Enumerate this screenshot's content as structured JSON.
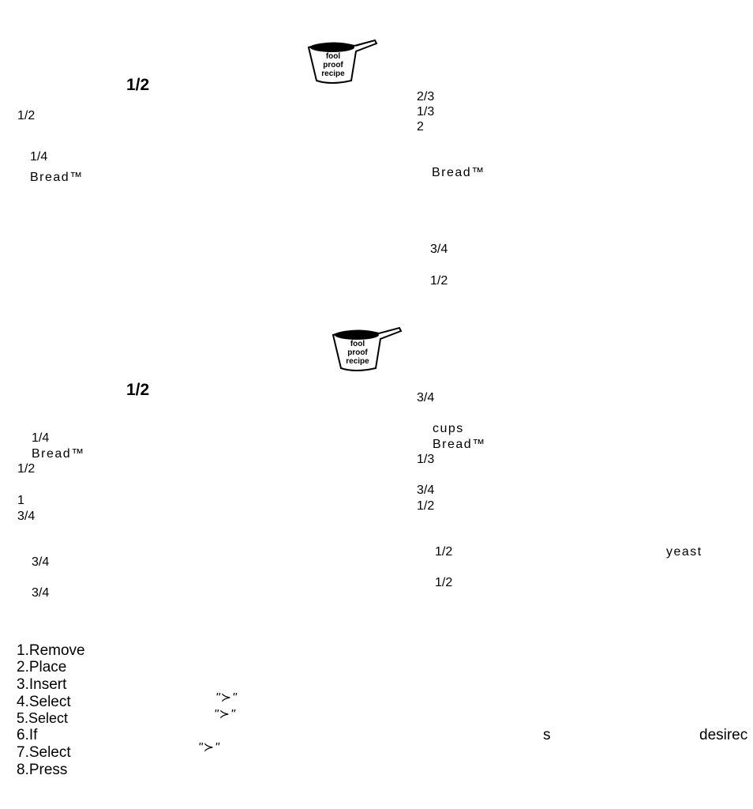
{
  "logo": {
    "line1": "fool",
    "line2": "proof",
    "line3": "recipe",
    "icon": "measuring-cup-icon"
  },
  "recipe1": {
    "left": {
      "size_fraction": "1/2",
      "line1": "1/2",
      "line2": "1/4",
      "line3": "Bread™"
    },
    "right": {
      "line1": "2/3",
      "line2": "1/3",
      "line3": "2",
      "line4": "Bread™",
      "line5": "3/4",
      "line6": "1/2"
    }
  },
  "recipe2": {
    "left": {
      "size_fraction": "1/2",
      "line1": "1/4",
      "line2": "Bread™",
      "line3": "1/2",
      "line4": "1",
      "line5": "3/4",
      "line6": "3/4",
      "line7": "3/4"
    },
    "right": {
      "line1": "3/4",
      "line2": "cups",
      "line3": "Bread™",
      "line4": "1/3",
      "line5": "3/4",
      "line6": "1/2",
      "line7": "1/2",
      "line7_tail": "yeast",
      "line8": "1/2"
    }
  },
  "steps": [
    {
      "label": "1.Remove"
    },
    {
      "label": "2.Place"
    },
    {
      "label": "3.Insert"
    },
    {
      "label": "4.Select",
      "symbol": "\"≻\""
    },
    {
      "label": "5.Select",
      "symbol": "\"≻\""
    },
    {
      "label": "6.If",
      "mid": "s",
      "tail": "desirec"
    },
    {
      "label": "7.Select",
      "symbol": "\"≻\""
    },
    {
      "label": "8.Press"
    }
  ]
}
